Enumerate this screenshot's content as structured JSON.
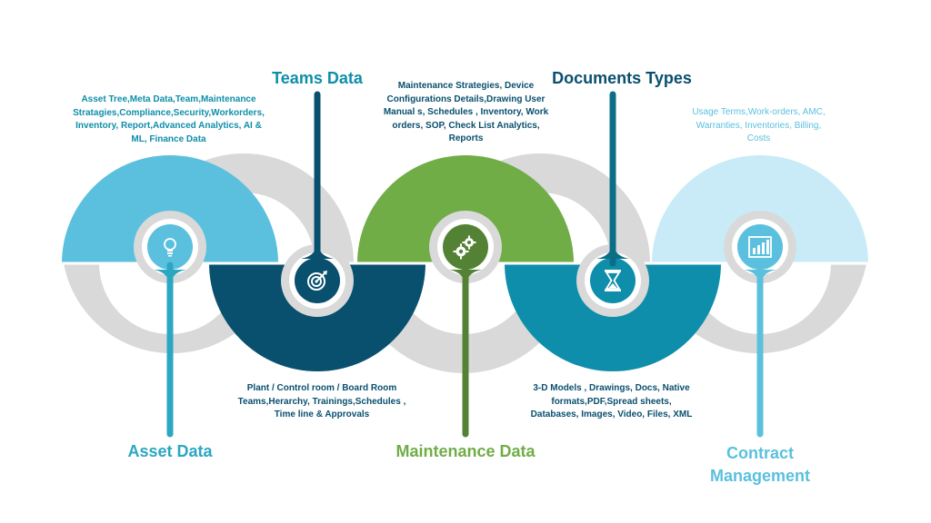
{
  "colors": {
    "asset": "#5bc0de",
    "teams": "#094f6e",
    "maintenance": "#70ad47",
    "documents": "#0e8eaa",
    "contract": "#c9ebf7",
    "grey": "#d9d9d9"
  },
  "stages": [
    {
      "title": "Asset Data",
      "description": "Asset Tree,Meta Data,Team,Maintenance Stratagies,Compliance,Security,Workorders, Inventory, Report,Advanced Analytics, AI & ML, Finance Data",
      "icon": "lightbulb-icon"
    },
    {
      "title": "Teams Data",
      "description": "Plant / Control room / Board Room Teams,Herarchy, Trainings,Schedules , Time line & Approvals",
      "icon": "target-icon"
    },
    {
      "title": "Maintenance Data",
      "description": "Maintenance Strategies, Device Configurations Details,Drawing User Manual s, Schedules , Inventory, Work orders, SOP, Check List Analytics, Reports",
      "icon": "gears-icon"
    },
    {
      "title": "Documents Types",
      "description": "3-D Models , Drawings, Docs, Native formats,PDF,Spread sheets, Databases, Images, Video, Files, XML",
      "icon": "hourglass-icon"
    },
    {
      "title": "Contract Management",
      "description": "Usage Terms,Work-orders, AMC, Warranties, Inventories, Billing, Costs",
      "icon": "chart-icon"
    }
  ]
}
